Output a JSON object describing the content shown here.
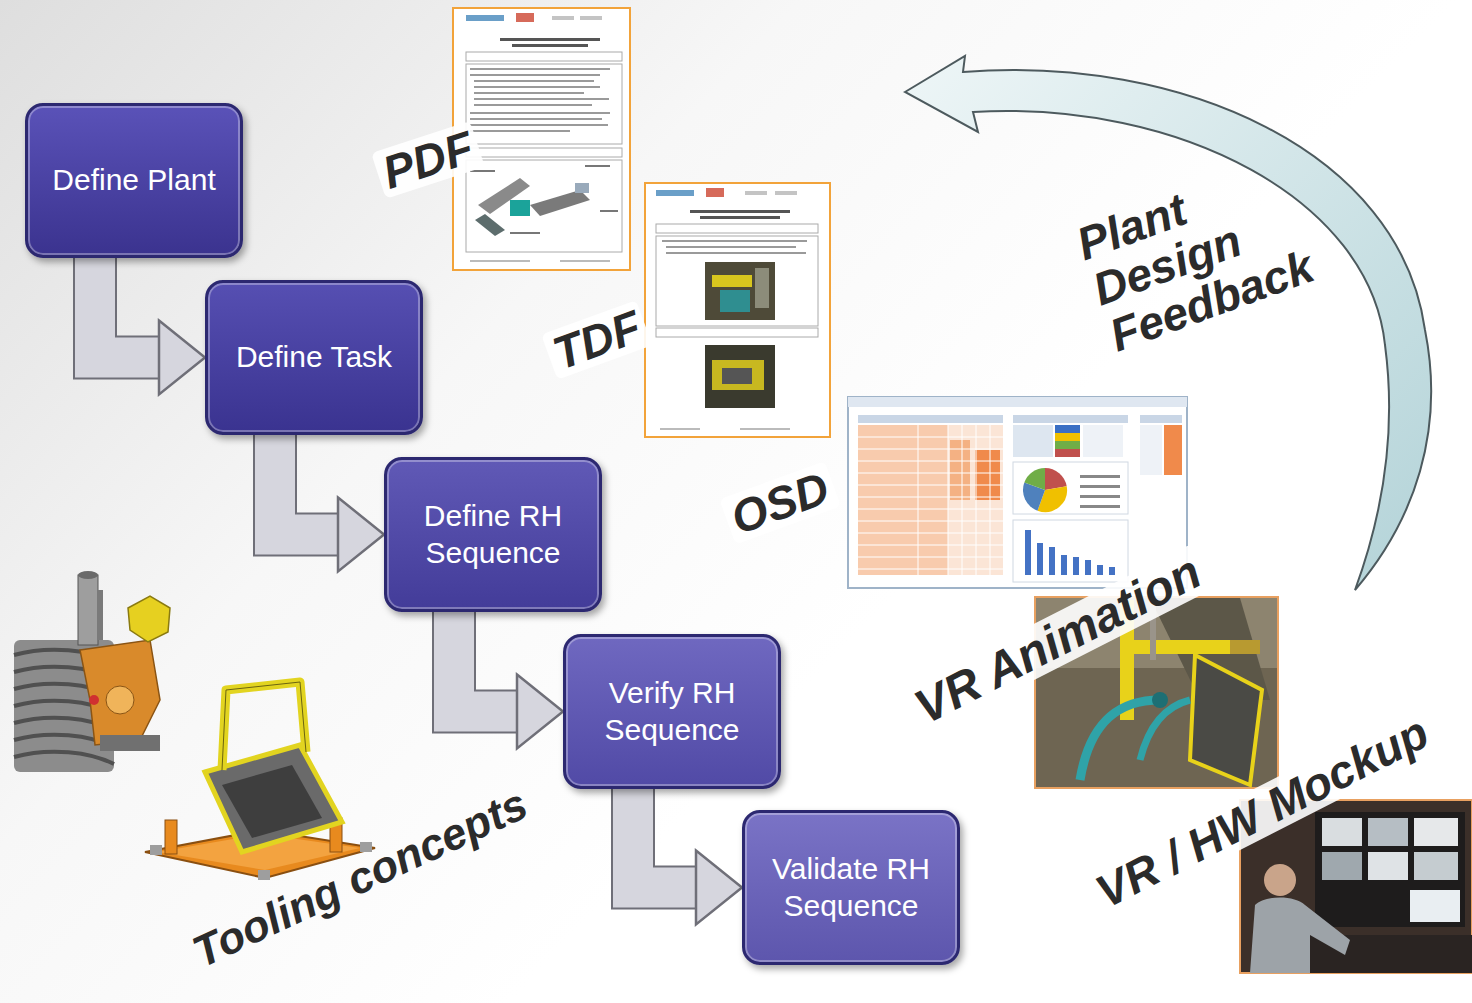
{
  "diagram": {
    "nodes": [
      {
        "text": [
          "Define Plant"
        ]
      },
      {
        "text": [
          "Define Task"
        ]
      },
      {
        "text": [
          "Define RH Sequence"
        ]
      },
      {
        "text": [
          "Verify RH Sequence"
        ]
      },
      {
        "text": [
          "Validate RH Sequence"
        ]
      }
    ],
    "edges": [
      {
        "from": 0,
        "to": 1,
        "arrow": "to"
      },
      {
        "from": 1,
        "to": 2,
        "arrow": "to"
      },
      {
        "from": 2,
        "to": 3,
        "arrow": "to"
      },
      {
        "from": 3,
        "to": 4,
        "arrow": "to"
      }
    ],
    "labels": [
      "PDF",
      "TDF",
      "OSD",
      "Plant Design Feedback",
      "VR Animation",
      "VR / HW Mockup",
      "Tooling concepts"
    ]
  }
}
